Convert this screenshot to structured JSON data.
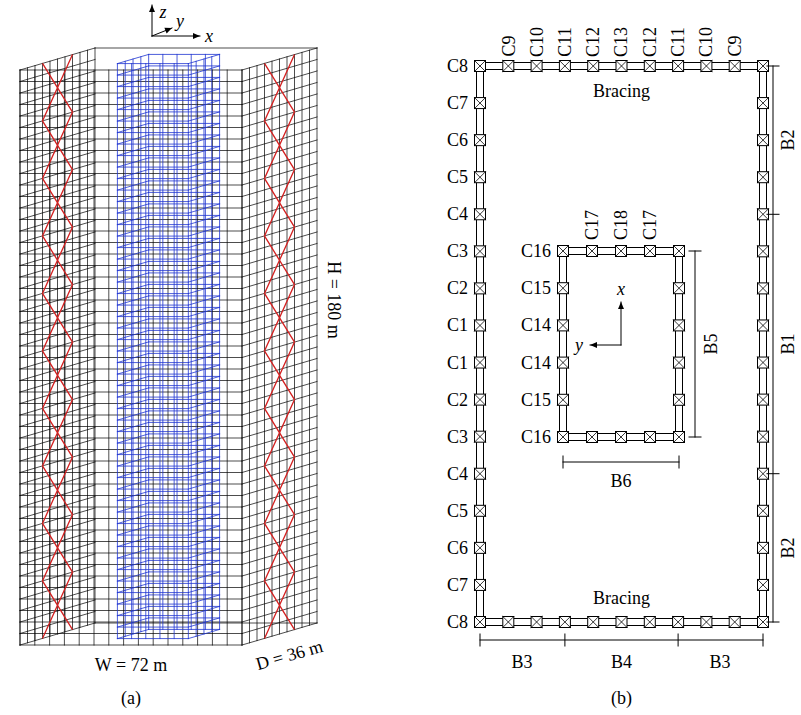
{
  "diagram": {
    "labels": [
      "z",
      "y",
      "x",
      "H = 180 m",
      "W = 72 m",
      "D = 36 m",
      "(a)",
      "C9",
      "C10",
      "C11",
      "C12",
      "C13",
      "C12",
      "C11",
      "C10",
      "C9",
      "C8",
      "C7",
      "C6",
      "C5",
      "C4",
      "C3",
      "C2",
      "C1",
      "C1",
      "C2",
      "C3",
      "C4",
      "C5",
      "C6",
      "C7",
      "C8",
      "Bracing",
      "C17",
      "C18",
      "C17",
      "C16",
      "C15",
      "C14",
      "C14",
      "C15",
      "C16",
      "x",
      "y",
      "B2",
      "B1",
      "B2",
      "B5",
      "B6",
      "Bracing",
      "B3",
      "B4",
      "B3",
      "(b)"
    ]
  }
}
